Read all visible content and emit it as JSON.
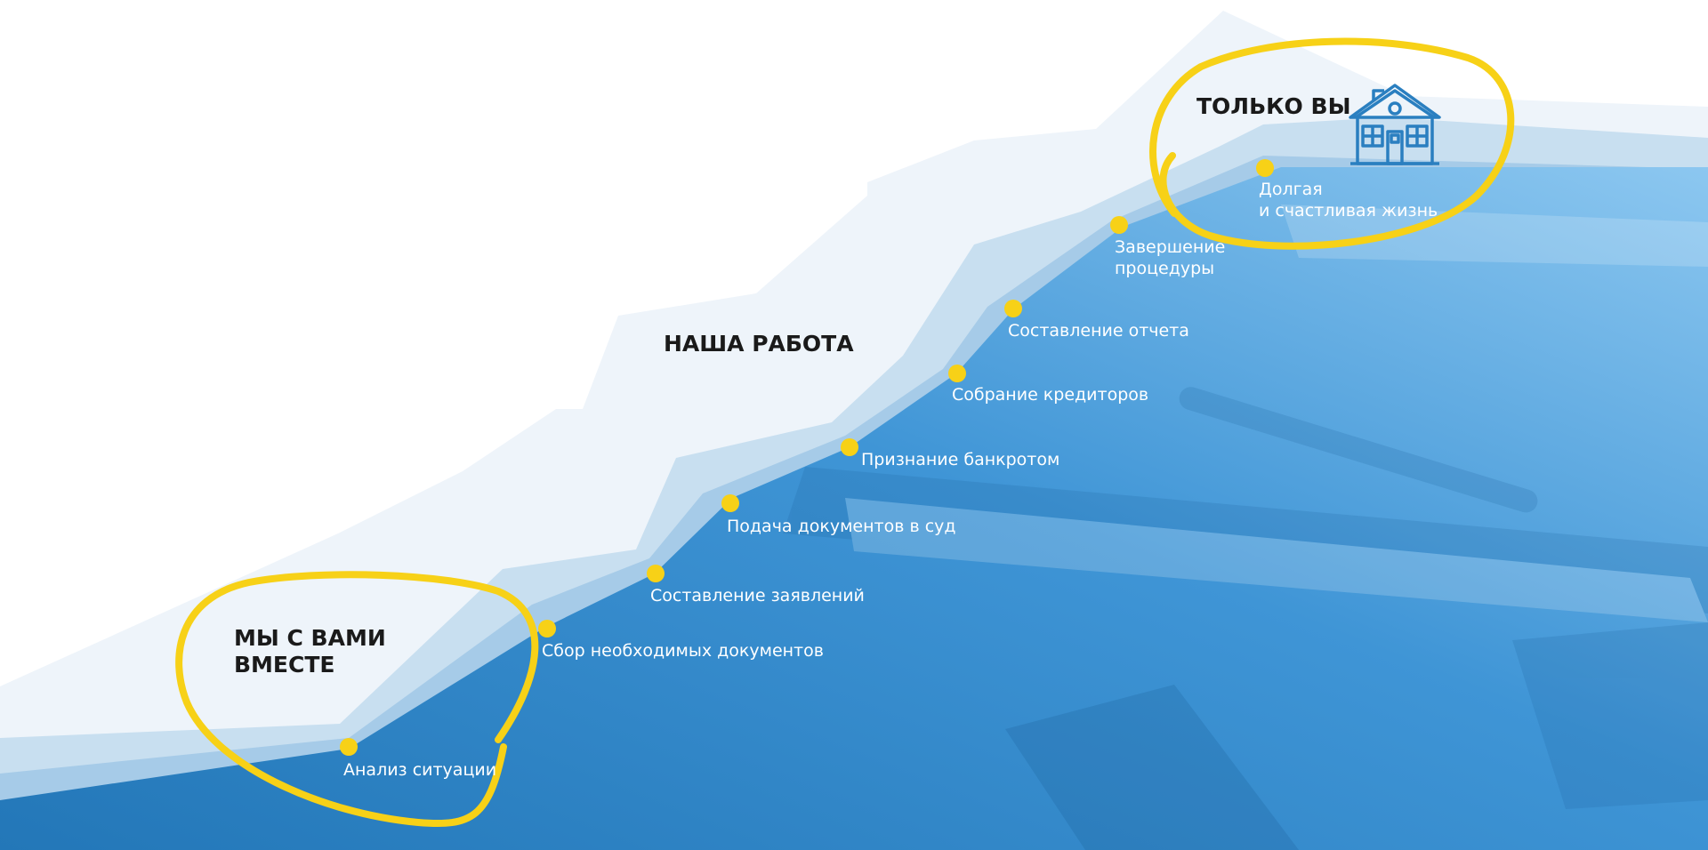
{
  "headings": {
    "start": [
      "МЫ С ВАМИ",
      "ВМЕСТЕ"
    ],
    "middle": "НАША РАБОТА",
    "end": "ТОЛЬКО ВЫ"
  },
  "steps": [
    {
      "label": "Анализ ситуации"
    },
    {
      "label": "Сбор необходимых документов"
    },
    {
      "label": "Составление заявлений"
    },
    {
      "label": "Подача документов в суд"
    },
    {
      "label": "Признание банкротом"
    },
    {
      "label": "Собрание кредиторов"
    },
    {
      "label": "Составление отчета"
    },
    {
      "label_lines": [
        "Завершение",
        "процедуры"
      ]
    },
    {
      "label_lines": [
        "Долгая",
        "и счастливая жизнь"
      ]
    }
  ],
  "icons": {
    "house": "house-icon"
  },
  "colors": {
    "accent_yellow": "#f7d117",
    "deep_blue": "#2f86c8",
    "light_blue": "#8fc5ee",
    "pale_band": "#eef4fa",
    "icon_blue": "#2a7fc0"
  }
}
